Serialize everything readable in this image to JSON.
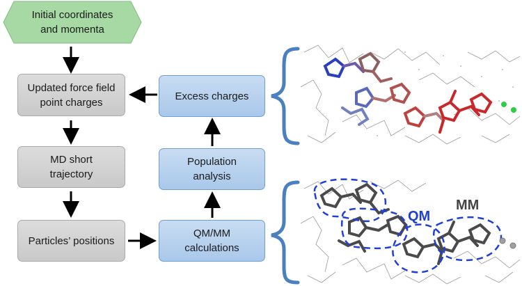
{
  "flowchart": {
    "start": "Initial coordinates\nand momenta",
    "updated_ff": "Updated force field\npoint charges",
    "md_traj": "MD short\ntrajectory",
    "particles": "Particles’ positions",
    "qmmm": "QM/MM\ncalculations",
    "population": "Population\nanalysis",
    "excess": "Excess charges"
  },
  "lower_panel": {
    "qm_label": "QM",
    "mm_label": "MM"
  },
  "colors": {
    "gray_box": "#d3d3d3",
    "blue_box": "#b5d0ee",
    "green_hex": "#9bd39b",
    "brace": "#4a7fc0",
    "qm_dash": "#1f3fd6",
    "charge_red": "#c8282a",
    "charge_blue": "#2a3fbf"
  }
}
